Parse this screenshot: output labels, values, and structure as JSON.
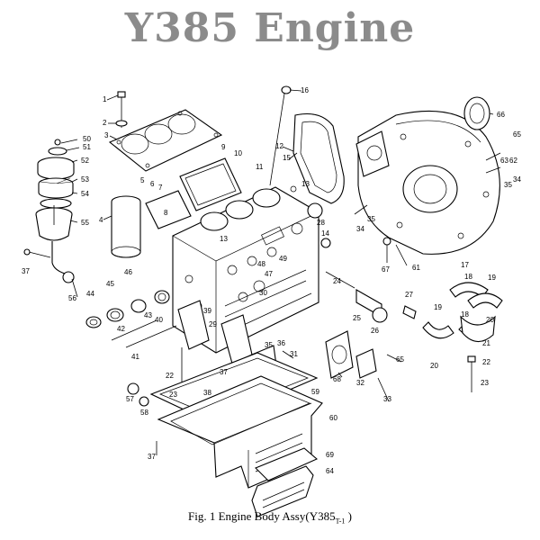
{
  "title": "Y385 Engine",
  "caption": {
    "main": "Fig. 1 Engine Body Assy(Y385",
    "sub": "T-1",
    "end": " )"
  },
  "callouts": [
    {
      "n": "1"
    },
    {
      "n": "2"
    },
    {
      "n": "3"
    },
    {
      "n": "4"
    },
    {
      "n": "5"
    },
    {
      "n": "6"
    },
    {
      "n": "7"
    },
    {
      "n": "8"
    },
    {
      "n": "9"
    },
    {
      "n": "10"
    },
    {
      "n": "11"
    },
    {
      "n": "12"
    },
    {
      "n": "13"
    },
    {
      "n": "14"
    },
    {
      "n": "15"
    },
    {
      "n": "16"
    },
    {
      "n": "17"
    },
    {
      "n": "18"
    },
    {
      "n": "19"
    },
    {
      "n": "20"
    },
    {
      "n": "21"
    },
    {
      "n": "22"
    },
    {
      "n": "23"
    },
    {
      "n": "24"
    },
    {
      "n": "25"
    },
    {
      "n": "26"
    },
    {
      "n": "27"
    },
    {
      "n": "28"
    },
    {
      "n": "29"
    },
    {
      "n": "30"
    },
    {
      "n": "31"
    },
    {
      "n": "32"
    },
    {
      "n": "33"
    },
    {
      "n": "34"
    },
    {
      "n": "35"
    },
    {
      "n": "36"
    },
    {
      "n": "37"
    },
    {
      "n": "38"
    },
    {
      "n": "39"
    },
    {
      "n": "40"
    },
    {
      "n": "41"
    },
    {
      "n": "42"
    },
    {
      "n": "43"
    },
    {
      "n": "44"
    },
    {
      "n": "45"
    },
    {
      "n": "46"
    },
    {
      "n": "47"
    },
    {
      "n": "48"
    },
    {
      "n": "49"
    },
    {
      "n": "50"
    },
    {
      "n": "51"
    },
    {
      "n": "52"
    },
    {
      "n": "53"
    },
    {
      "n": "54"
    },
    {
      "n": "55"
    },
    {
      "n": "56"
    },
    {
      "n": "57"
    },
    {
      "n": "58"
    },
    {
      "n": "59"
    },
    {
      "n": "60"
    },
    {
      "n": "61"
    },
    {
      "n": "62"
    },
    {
      "n": "63"
    },
    {
      "n": "64"
    },
    {
      "n": "65"
    },
    {
      "n": "66"
    },
    {
      "n": "67"
    },
    {
      "n": "68"
    },
    {
      "n": "69"
    }
  ]
}
